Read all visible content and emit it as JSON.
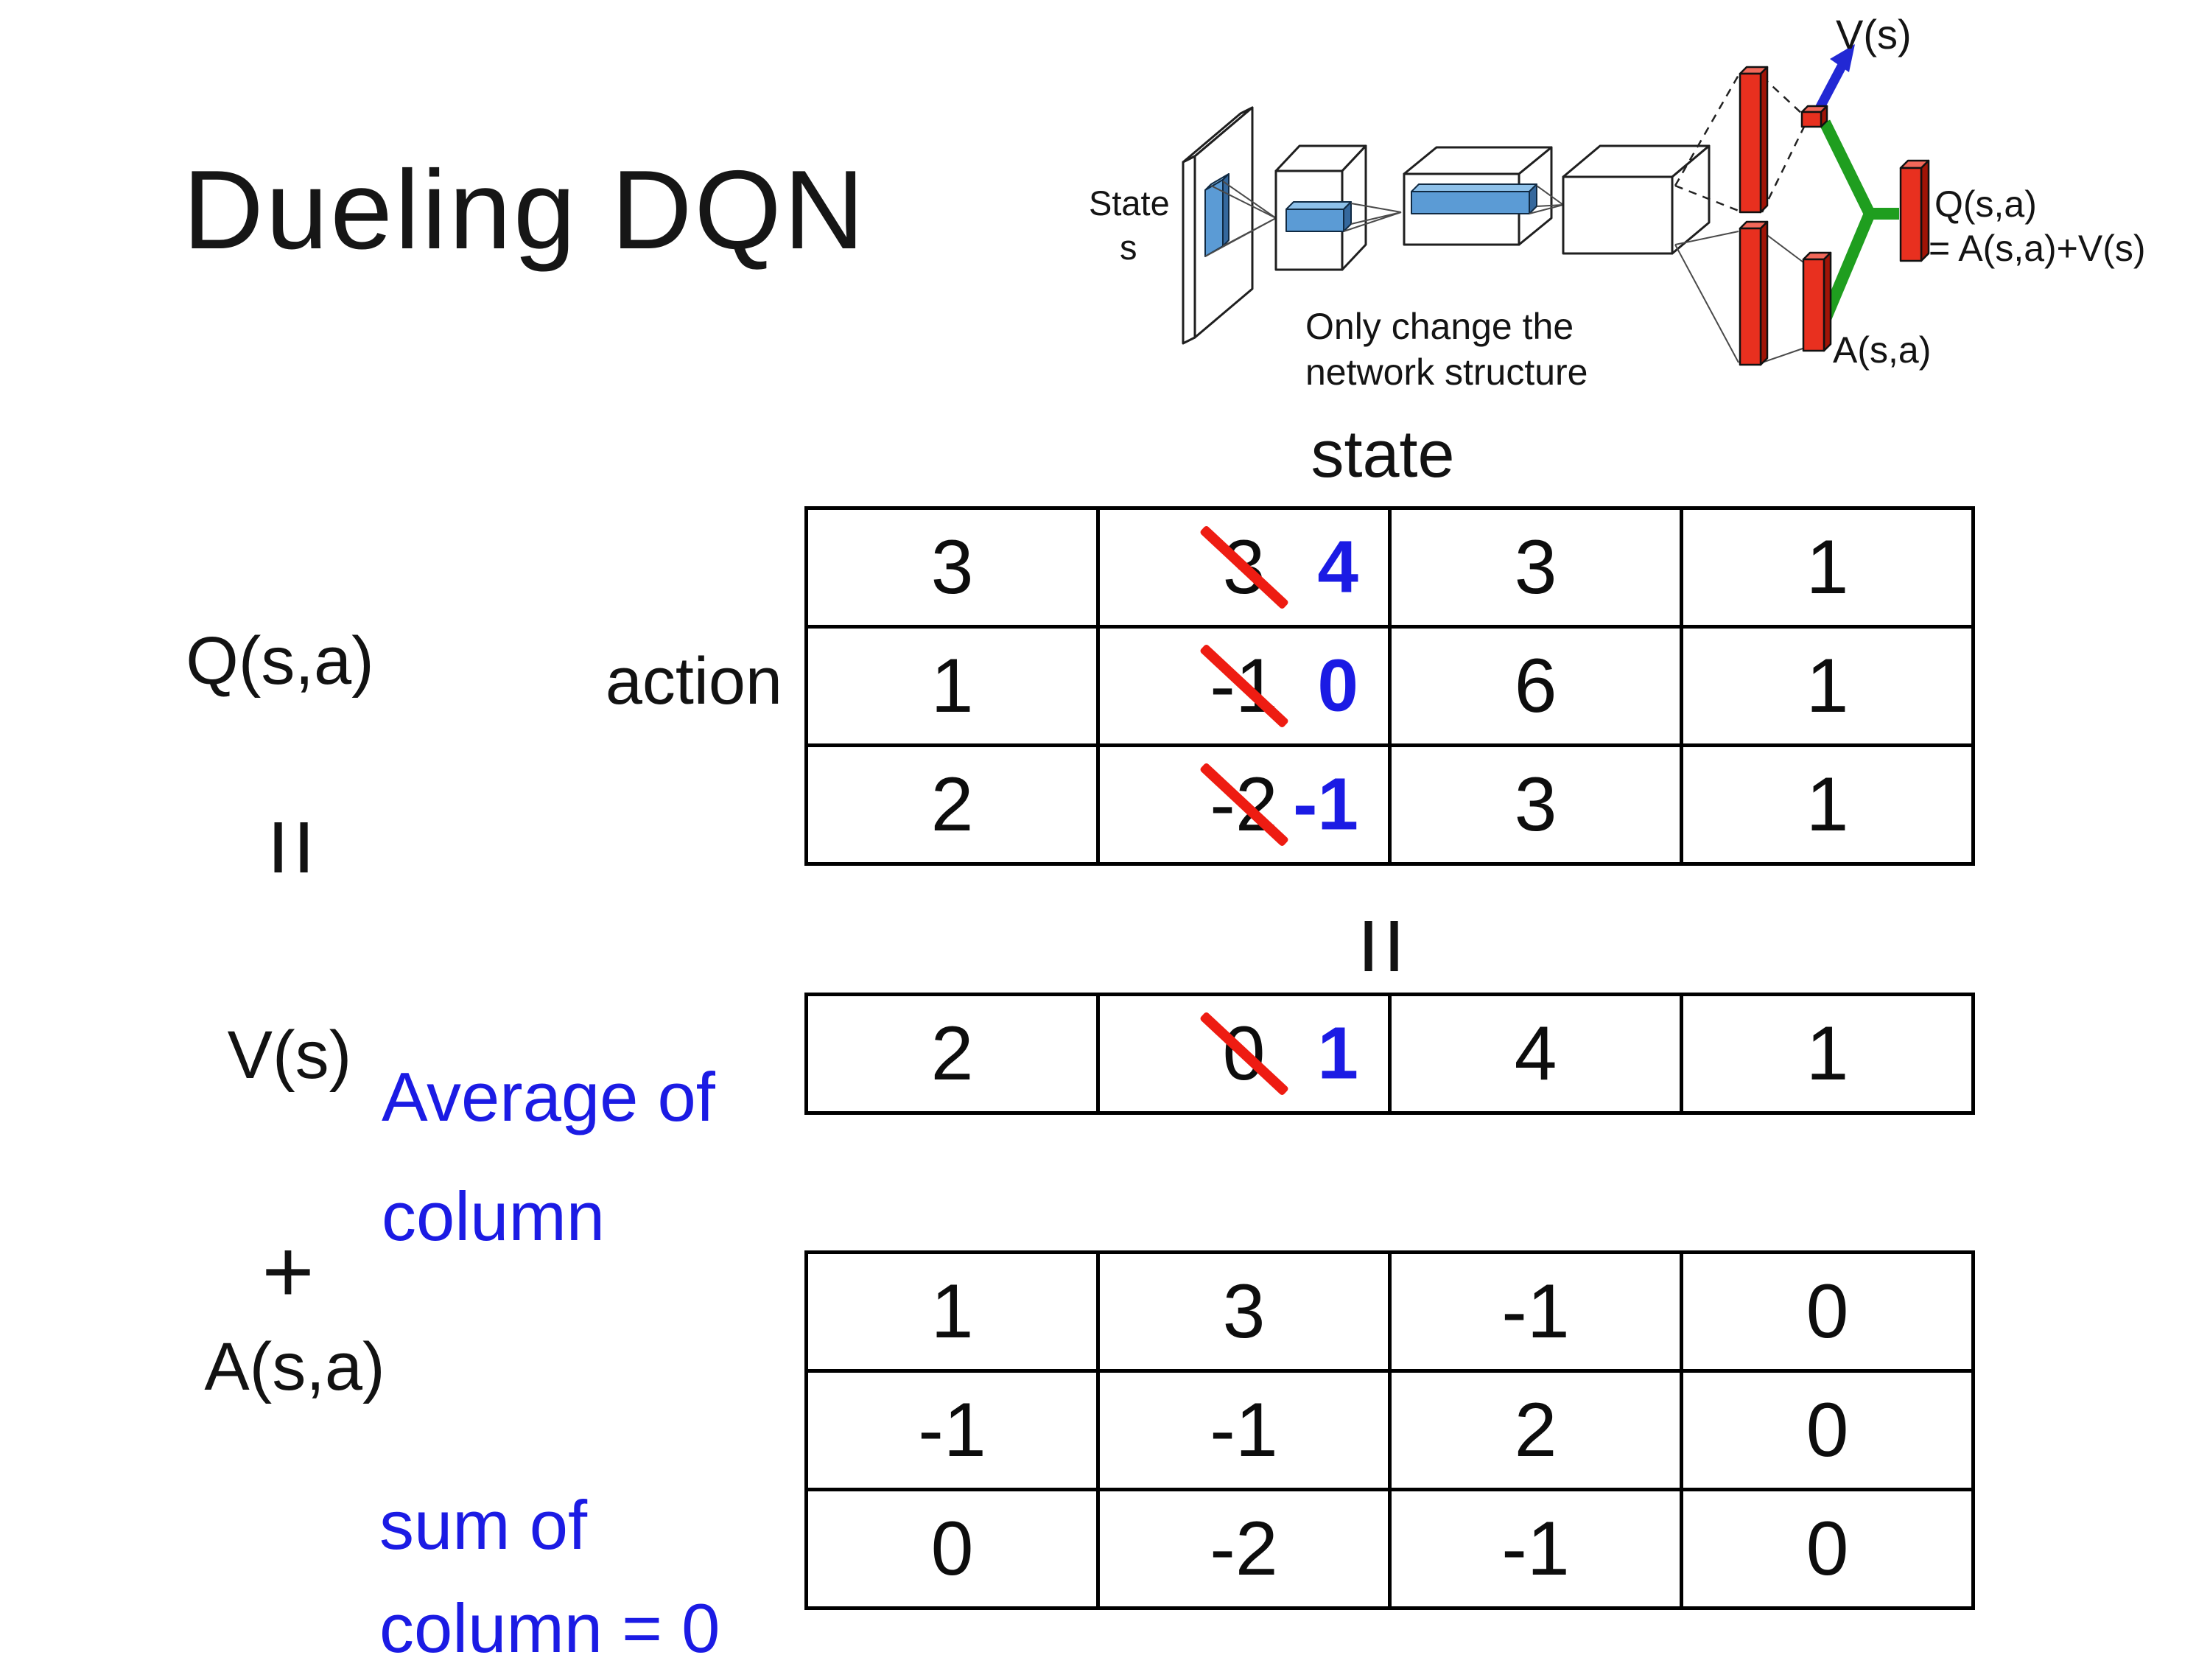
{
  "title": "Dueling DQN",
  "diagram": {
    "state_line1": "State",
    "state_line2": "s",
    "note_line1": "Only change the",
    "note_line2": "network structure",
    "v_out_label": "V(s)",
    "q_out_line1": "Q(s,a)",
    "q_out_line2": "= A(s,a)+V(s)",
    "a_out_label": "A(s,a)"
  },
  "equation": {
    "q_term": "Q(s,a)",
    "equals_sign": "=",
    "v_term": "V(s)",
    "plus_sign": "+",
    "a_term": "A(s,a)",
    "avg_note_line1": "Average of",
    "avg_note_line2": "column",
    "sum_note_line1": "sum of",
    "sum_note_line2": "column = 0"
  },
  "tables": {
    "state_header": "state",
    "action_header": "action",
    "q_rows": [
      [
        {
          "text": "3"
        },
        {
          "text": "3",
          "replaced_by": "4"
        },
        {
          "text": "3"
        },
        {
          "text": "1"
        }
      ],
      [
        {
          "text": "1"
        },
        {
          "text": "-1",
          "replaced_by": "0"
        },
        {
          "text": "6"
        },
        {
          "text": "1"
        }
      ],
      [
        {
          "text": "2"
        },
        {
          "text": "-2",
          "replaced_by": "-1"
        },
        {
          "text": "3"
        },
        {
          "text": "1"
        }
      ]
    ],
    "v_rows": [
      [
        {
          "text": "2"
        },
        {
          "text": "0",
          "replaced_by": "1"
        },
        {
          "text": "4"
        },
        {
          "text": "1"
        }
      ]
    ],
    "a_rows": [
      [
        {
          "text": "1"
        },
        {
          "text": "3"
        },
        {
          "text": "-1"
        },
        {
          "text": "0"
        }
      ],
      [
        {
          "text": "-1"
        },
        {
          "text": "-1"
        },
        {
          "text": "2"
        },
        {
          "text": "0"
        }
      ],
      [
        {
          "text": "0"
        },
        {
          "text": "-2"
        },
        {
          "text": "-1"
        },
        {
          "text": "0"
        }
      ]
    ]
  },
  "colors": {
    "accent-blue": "#1b1be4",
    "arrow-blue": "#2228d4",
    "bar-red": "#e8301f",
    "bar-red-dark": "#a01407",
    "bar-red-light": "#f2685a",
    "strike-red": "#ee1c12",
    "link-green": "#1f9e1f",
    "slab-blue": "#5b9bd5",
    "slab-blue-dark": "#35689d",
    "slab-blue-light": "#8ec1ea"
  }
}
